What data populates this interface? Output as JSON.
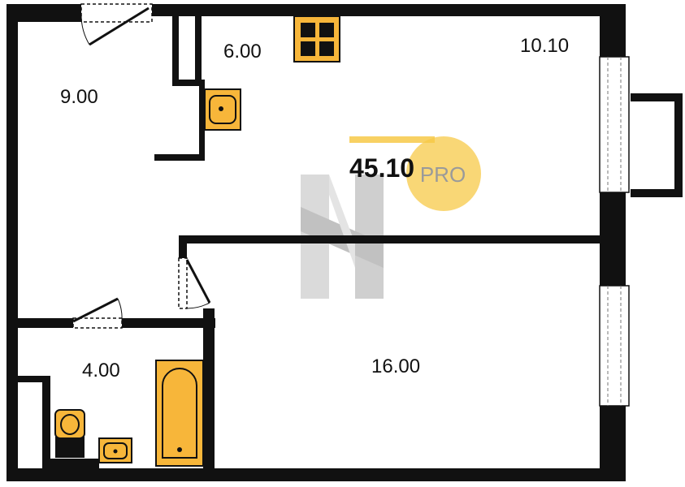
{
  "colors": {
    "wall": "#111111",
    "fixture": "#f7b63a",
    "badge": "#f7c948",
    "watermark": "#9a9a9a"
  },
  "rooms": [
    {
      "id": "hall",
      "area": "9.00"
    },
    {
      "id": "kitchen",
      "area": "6.00"
    },
    {
      "id": "living",
      "area": "10.10"
    },
    {
      "id": "bathroom",
      "area": "4.00"
    },
    {
      "id": "bedroom",
      "area": "16.00"
    }
  ],
  "total_area": "45.10",
  "badge": {
    "text": "PRO"
  },
  "icons": [
    "kitchen-stove-icon",
    "sink-icon",
    "toilet-icon",
    "bathtub-icon",
    "door-swing-icon",
    "window-icon",
    "watermark-logo-icon"
  ]
}
